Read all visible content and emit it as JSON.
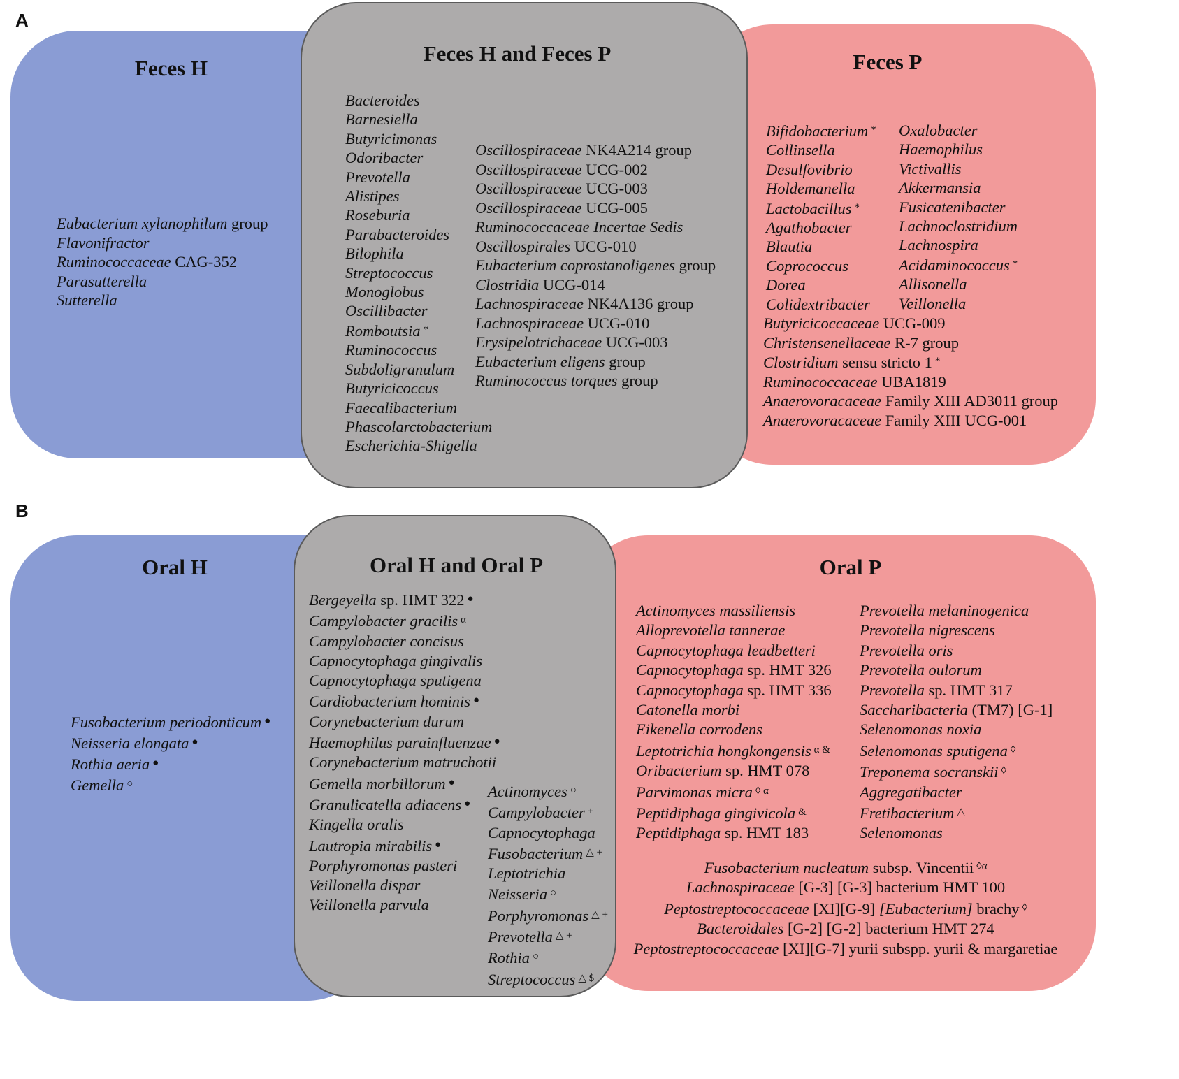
{
  "panel_a": {
    "label": "A",
    "feces_h": {
      "title": "Feces H",
      "items": [
        {
          "t": "Eubacterium xylanophilum",
          "r": "group"
        },
        {
          "t": "Flavonifractor"
        },
        {
          "t": "Ruminococcaceae",
          "r": "CAG-352"
        },
        {
          "t": "Parasutterella"
        },
        {
          "t": "Sutterella"
        }
      ]
    },
    "shared": {
      "title": "Feces H and Feces P",
      "col1": [
        {
          "t": "Bacteroides"
        },
        {
          "t": "Barnesiella"
        },
        {
          "t": "Butyricimonas"
        },
        {
          "t": "Odoribacter"
        },
        {
          "t": "Prevotella"
        },
        {
          "t": "Alistipes"
        },
        {
          "t": "Roseburia"
        },
        {
          "t": "Parabacteroides"
        },
        {
          "t": "Bilophila"
        },
        {
          "t": "Streptococcus"
        },
        {
          "t": "Monoglobus"
        },
        {
          "t": "Oscillibacter"
        },
        {
          "t": "Romboutsia",
          "s": "*"
        },
        {
          "t": "Ruminococcus"
        },
        {
          "t": "Subdoligranulum"
        },
        {
          "t": "Butyricicoccus"
        },
        {
          "t": "Faecalibacterium"
        },
        {
          "t": "Phascolarctobacterium"
        },
        {
          "t": "Escherichia-Shigella"
        }
      ],
      "col2": [
        {
          "t": "Oscillospiraceae",
          "r": "NK4A214 group"
        },
        {
          "t": "Oscillospiraceae",
          "r": "UCG-002"
        },
        {
          "t": "Oscillospiraceae",
          "r": "UCG-003"
        },
        {
          "t": "Oscillospiraceae",
          "r": "UCG-005"
        },
        {
          "t": "Ruminococcaceae  Incertae Sedis"
        },
        {
          "t": "Oscillospirales",
          "r": "UCG-010"
        },
        {
          "t": "Eubacterium coprostanoligenes",
          "r": "group"
        },
        {
          "t": "Clostridia",
          "r": "UCG-014"
        },
        {
          "t": "Lachnospiraceae",
          "r": "NK4A136 group"
        },
        {
          "t": "Lachnospiraceae",
          "r": "UCG-010"
        },
        {
          "t": "Erysipelotrichaceae",
          "r": "UCG-003"
        },
        {
          "t": "Eubacterium eligens",
          "r": "group"
        },
        {
          "t": "Ruminococcus torques",
          "r": "group"
        }
      ]
    },
    "feces_p": {
      "title": "Feces P",
      "col1": [
        {
          "t": "Bifidobacterium",
          "s": "*"
        },
        {
          "t": "Collinsella"
        },
        {
          "t": "Desulfovibrio"
        },
        {
          "t": "Holdemanella"
        },
        {
          "t": "Lactobacillus",
          "s": "*"
        },
        {
          "t": "Agathobacter"
        },
        {
          "t": "Blautia"
        },
        {
          "t": "Coprococcus"
        },
        {
          "t": "Dorea"
        },
        {
          "t": "Colidextribacter"
        }
      ],
      "col2": [
        {
          "t": "Oxalobacter"
        },
        {
          "t": "Haemophilus"
        },
        {
          "t": "Victivallis"
        },
        {
          "t": "Akkermansia"
        },
        {
          "t": "Fusicatenibacter"
        },
        {
          "t": "Lachnoclostridium"
        },
        {
          "t": "Lachnospira"
        },
        {
          "t": "Acidaminococcus",
          "s": "*"
        },
        {
          "t": "Allisonella"
        },
        {
          "t": "Veillonella"
        }
      ],
      "bottom": [
        {
          "t": "Butyricicoccaceae",
          "r": "UCG-009"
        },
        {
          "t": "Christensenellaceae",
          "r": "R-7 group"
        },
        {
          "t": "Clostridium",
          "r": "sensu stricto 1",
          "s": "*"
        },
        {
          "t": "Ruminococcaceae",
          "r": "UBA1819"
        },
        {
          "t": "Anaerovoracaceae",
          "r": "Family XIII AD3011 group"
        },
        {
          "t": "Anaerovoracaceae",
          "r": "Family XIII UCG-001"
        }
      ]
    }
  },
  "panel_b": {
    "label": "B",
    "oral_h": {
      "title": "Oral H",
      "items": [
        {
          "t": "Fusobacterium periodonticum",
          "s": "●"
        },
        {
          "t": "Neisseria  elongata",
          "s": "●"
        },
        {
          "t": "Rothia aeria",
          "s": "●"
        },
        {
          "t": "Gemella",
          "s": "○"
        }
      ]
    },
    "shared": {
      "title": "Oral H and Oral P",
      "col1": [
        {
          "t": "Bergeyella",
          "r": "sp. HMT 322",
          "s": "●"
        },
        {
          "t": "Campylobacter gracilis",
          "s": "α"
        },
        {
          "t": "Campylobacter concisus"
        },
        {
          "t": "Capnocytophaga gingivalis"
        },
        {
          "t": "Capnocytophaga sputigena"
        },
        {
          "t": "Cardiobacterium  hominis",
          "s": "●"
        },
        {
          "t": "Corynebacterium  durum"
        },
        {
          "t": "Haemophilus parainfluenzae",
          "s": "●"
        },
        {
          "t": "Corynebacterium  matruchotii"
        },
        {
          "t": "Gemella morbillorum",
          "s": "●"
        },
        {
          "t": "Granulicatella adiacens",
          "s": "●"
        },
        {
          "t": "Kingella oralis"
        },
        {
          "t": "Lautropia mirabilis",
          "s": "●"
        },
        {
          "t": "Porphyromonas pasteri"
        },
        {
          "t": "Veillonella dispar"
        },
        {
          "t": "Veillonella parvula"
        }
      ],
      "col2": [
        {
          "t": "Actinomyces",
          "s": "○"
        },
        {
          "t": "Campylobacter",
          "s": "+"
        },
        {
          "t": "Capnocytophaga"
        },
        {
          "t": "Fusobacterium",
          "s": "△ +"
        },
        {
          "t": "Leptotrichia"
        },
        {
          "t": "Neisseria",
          "s": "○"
        },
        {
          "t": "Porphyromonas",
          "s": "△ +"
        },
        {
          "t": "Prevotella",
          "s": "△ +"
        },
        {
          "t": "Rothia",
          "s": "○"
        },
        {
          "t": "Streptococcus",
          "s": "△ $"
        }
      ]
    },
    "oral_p": {
      "title": "Oral P",
      "col1": [
        {
          "t": "Actinomyces massiliensis"
        },
        {
          "t": "Alloprevotella tannerae"
        },
        {
          "t": "Capnocytophaga leadbetteri"
        },
        {
          "t": "Capnocytophaga",
          "r": "sp. HMT 326"
        },
        {
          "t": "Capnocytophaga",
          "r": "sp. HMT 336"
        },
        {
          "t": "Catonella morbi"
        },
        {
          "t": "Eikenella corrodens"
        },
        {
          "t": "Leptotrichia hongkongensis",
          "s": "α &"
        },
        {
          "t": "Oribacterium",
          "r": "sp. HMT 078"
        },
        {
          "t": "Parvimonas micra",
          "s": "◊ α"
        },
        {
          "t": "Peptidiphaga gingivicola",
          "s": "&"
        },
        {
          "t": "Peptidiphaga",
          "r": "sp. HMT 183"
        }
      ],
      "col2": [
        {
          "t": "Prevotella melaninogenica"
        },
        {
          "t": "Prevotella nigrescens"
        },
        {
          "t": "Prevotella oris"
        },
        {
          "t": "Prevotella oulorum"
        },
        {
          "t": "Prevotella",
          "r": "sp. HMT 317"
        },
        {
          "t": "Saccharibacteria",
          "r": "(TM7) [G-1]"
        },
        {
          "t": "Selenomonas noxia"
        },
        {
          "t": "Selenomonas sputigena",
          "s": "◊"
        },
        {
          "t": "Treponema socranskii",
          "s": "◊"
        },
        {
          "t": "Aggregatibacter"
        },
        {
          "t": "Fretibacterium",
          "s": "△"
        },
        {
          "t": "Selenomonas"
        }
      ],
      "bottom": [
        {
          "t": "Fusobacterium nucleatum",
          "r": "subsp. Vincentii",
          "s": "◊α"
        },
        {
          "t": "Lachnospiraceae",
          "r": "[G-3] [G-3] bacterium HMT 100"
        },
        {
          "t": "Peptostreptococcaceae",
          "r": "[XI][G-9]",
          "t2": "[Eubacterium]",
          "r2": "brachy",
          "s": "◊"
        },
        {
          "t": "Bacteroidales",
          "r": "[G-2] [G-2] bacterium HMT 274"
        },
        {
          "t": "Peptostreptococcaceae",
          "r": "[XI][G-7] yurii subspp. yurii & margaretiae"
        }
      ]
    }
  }
}
